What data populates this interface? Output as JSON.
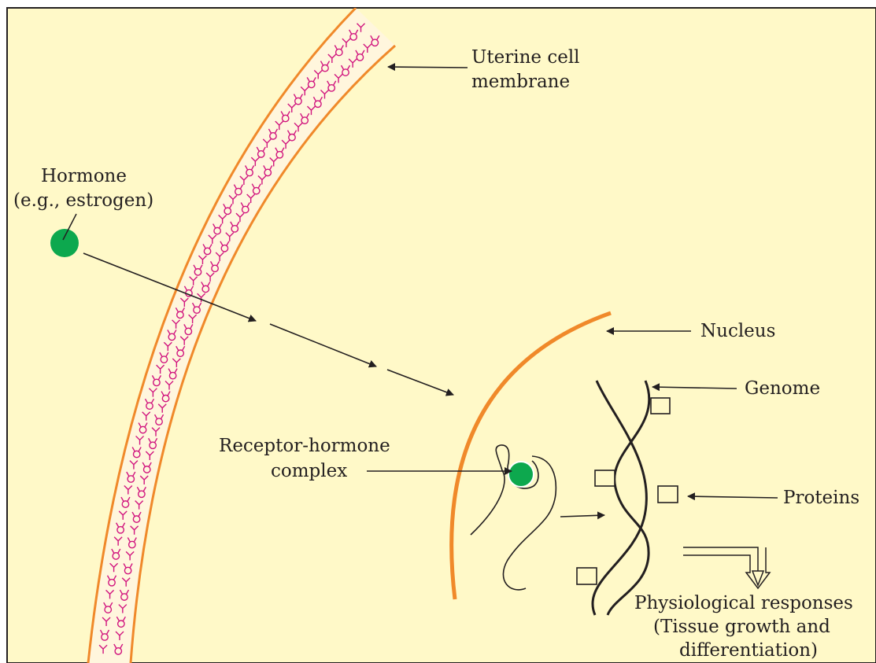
{
  "labels": {
    "membrane_line1": "Uterine cell",
    "membrane_line2": "membrane",
    "hormone_line1": "Hormone",
    "hormone_line2": "(e.g., estrogen)",
    "nucleus": "Nucleus",
    "genome": "Genome",
    "complex_line1": "Receptor-hormone",
    "complex_line2": "complex",
    "proteins": "Proteins",
    "response_line1": "Physiological responses",
    "response_line2": "(Tissue growth and",
    "response_line3": "differentiation)"
  },
  "colors": {
    "background": "#fff9c8",
    "membrane": "#f0892a",
    "receptor": "#d1147e",
    "hormone": "#0da84e",
    "ink": "#231f20"
  }
}
